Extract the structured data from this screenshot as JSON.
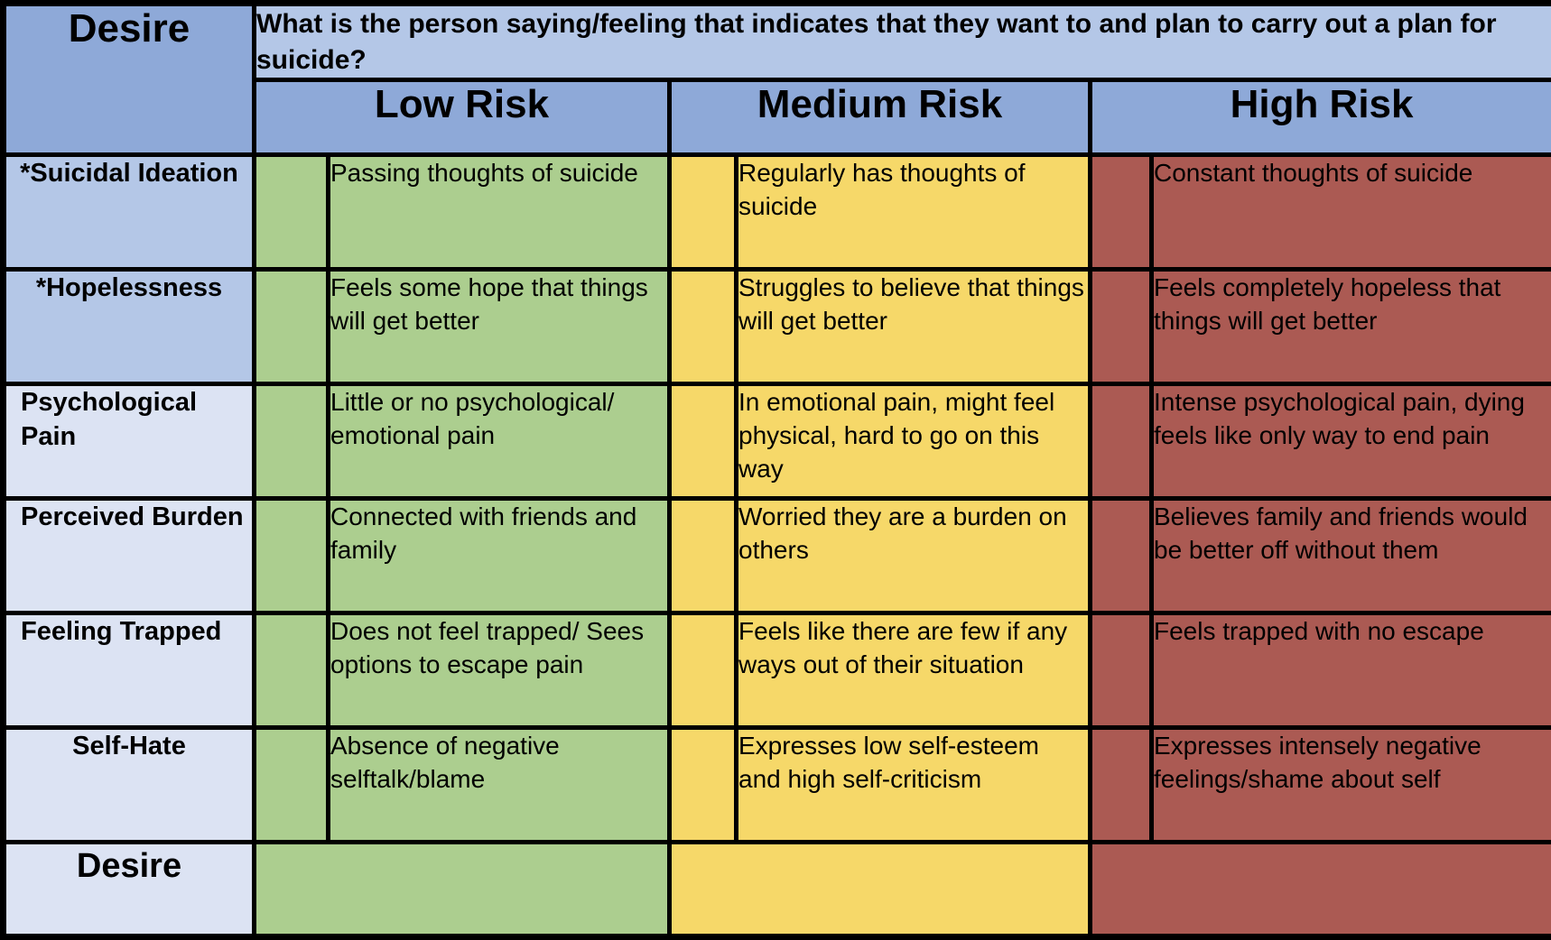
{
  "table": {
    "corner_label": "Desire",
    "question": "What is the person saying/feeling that indicates that they want to and plan to carry out a plan for suicide?",
    "columns": {
      "low": "Low Risk",
      "medium": "Medium Risk",
      "high": "High Risk"
    },
    "rows": [
      {
        "label": "*Suicidal Ideation",
        "low": "Passing thoughts of suicide",
        "medium": "Regularly has thoughts of suicide",
        "high": "Constant thoughts of suicide"
      },
      {
        "label": "*Hopelessness",
        "low": "Feels some hope that things will get better",
        "medium": "Struggles to believe that things will get better",
        "high": "Feels completely hopeless that things will get better"
      },
      {
        "label": "Psychological Pain",
        "low": "Little or no psychological/ emotional pain",
        "medium": "In emotional pain, might feel physical, hard to go on this way",
        "high": "Intense psychological pain, dying feels like only way to end pain"
      },
      {
        "label": "Perceived Burden",
        "low": "Connected with friends and family",
        "medium": "Worried they are a burden on others",
        "high": "Believes family and friends would be better off without them"
      },
      {
        "label": "Feeling Trapped",
        "low": "Does not feel trapped/ Sees options to escape pain",
        "medium": "Feels like there are few if any ways out of their situation",
        "high": "Feels trapped with no escape"
      },
      {
        "label": "Self-Hate",
        "low": "Absence of negative selftalk/blame",
        "medium": "Expresses low self-esteem and high self-criticism",
        "high": "Expresses intensely negative feelings/shame about self"
      }
    ],
    "footer_label": "Desire",
    "colors": {
      "header_blue": "#8EA9D8",
      "question_blue": "#B4C7E7",
      "label_pale_blue": "#DCE3F3",
      "low_green": "#ACCE8F",
      "medium_yellow": "#F6D869",
      "high_red": "#AB5A53",
      "border": "#000000"
    }
  }
}
